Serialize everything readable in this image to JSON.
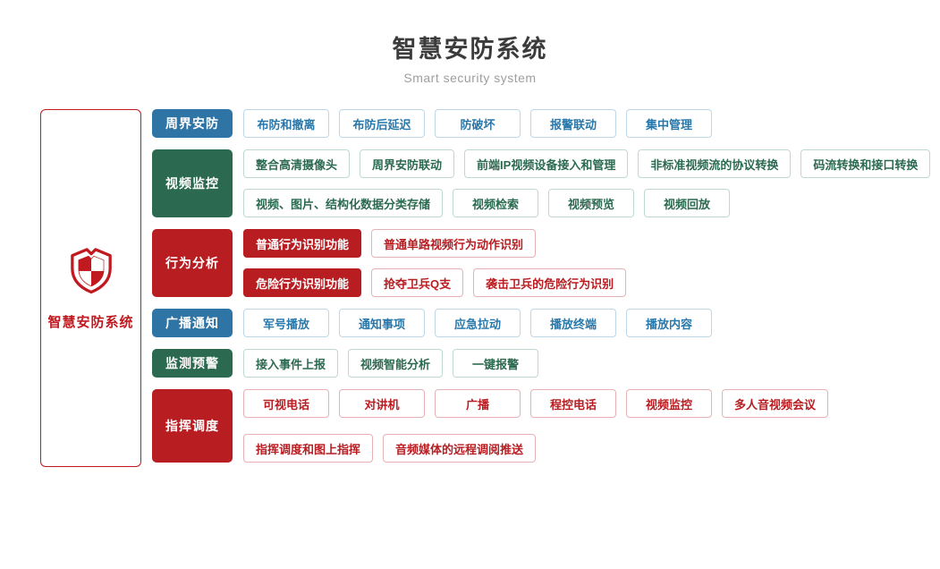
{
  "header": {
    "title": "智慧安防系统",
    "subtitle": "Smart security system"
  },
  "root": {
    "label": "智慧安防系统",
    "icon": "shield-icon"
  },
  "colors": {
    "blue": "#2e74a4",
    "green": "#2b6a50",
    "red": "#b81d22",
    "root_border": "#c01920"
  },
  "rows": [
    {
      "category": "周界安防",
      "theme": "blue",
      "lines": [
        [
          "布防和撤离",
          "布防后延迟",
          "防破坏",
          "报警联动",
          "集中管理"
        ]
      ]
    },
    {
      "category": "视频监控",
      "theme": "green",
      "lines": [
        [
          "整合高清摄像头",
          "周界安防联动",
          "前端IP视频设备接入和管理",
          "非标准视频流的协议转换",
          "码流转换和接口转换"
        ],
        [
          "视频、图片、结构化数据分类存储",
          "视频检索",
          "视频预览",
          "视频回放"
        ]
      ]
    },
    {
      "category": "行为分析",
      "theme": "red",
      "lines": [
        [
          "普通行为识别功能",
          "普通单路视频行为动作识别"
        ],
        [
          "危险行为识别功能",
          "抢夺卫兵Q支",
          "袭击卫兵的危险行为识别"
        ]
      ]
    },
    {
      "category": "广播通知",
      "theme": "blue",
      "lines": [
        [
          "军号播放",
          "通知事项",
          "应急拉动",
          "播放终端",
          "播放内容"
        ]
      ]
    },
    {
      "category": "监测预警",
      "theme": "green",
      "lines": [
        [
          "接入事件上报",
          "视频智能分析",
          "一键报警"
        ]
      ]
    },
    {
      "category": "指挥调度",
      "theme": "red",
      "lines": [
        [
          "可视电话",
          "对讲机",
          "广播",
          "程控电话",
          "视频监控",
          "多人音视频会议"
        ],
        [
          "指挥调度和图上指挥",
          "音频媒体的远程调阅推送"
        ]
      ]
    }
  ]
}
